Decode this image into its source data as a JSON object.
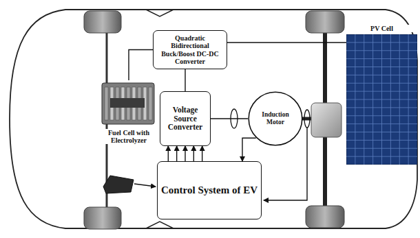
{
  "diagram": {
    "nodes": [
      {
        "text": [
          "Quadratic Bidirectional Buck/Boost DC-DC Converter"
        ]
      },
      {
        "text": [
          "Fuel Cell with Electrolyzer"
        ]
      },
      {
        "text": [
          "Voltage Source Converter"
        ]
      },
      {
        "text": [
          "Induction Motor"
        ]
      },
      {
        "text": [
          "Control System of EV"
        ]
      },
      {
        "text": [
          "PV Cell"
        ]
      }
    ],
    "edges": [
      {
        "from": 0,
        "to": 1,
        "arrow": "none"
      },
      {
        "from": 0,
        "to": 2,
        "arrow": "none"
      },
      {
        "from": 0,
        "to": 5,
        "arrow": "none"
      },
      {
        "from": 2,
        "to": 3,
        "arrow": "none"
      },
      {
        "from": 4,
        "to": 2,
        "arrow": "to"
      },
      {
        "from": 3,
        "to": 4,
        "arrow": "to"
      }
    ]
  }
}
